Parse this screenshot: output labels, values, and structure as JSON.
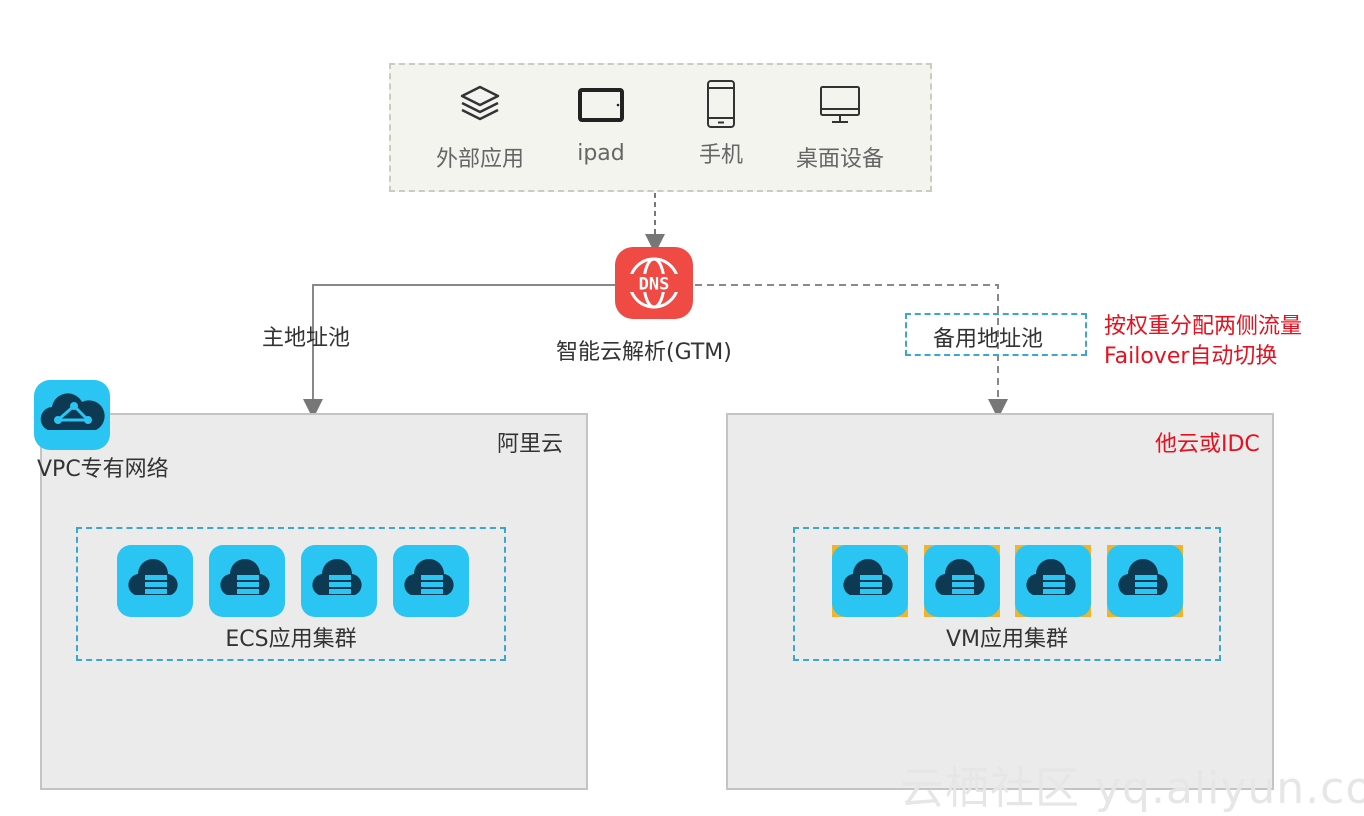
{
  "devices": [
    {
      "label": "外部应用",
      "icon": "layers-icon"
    },
    {
      "label": "ipad",
      "icon": "tablet-icon"
    },
    {
      "label": "手机",
      "icon": "phone-icon"
    },
    {
      "label": "桌面设备",
      "icon": "desktop-icon"
    }
  ],
  "gtm": {
    "label": "智能云解析(GTM)",
    "icon_text": "DNS"
  },
  "routes": {
    "primary": "主地址池",
    "backup": "备用地址池"
  },
  "note": [
    "按权重分配两侧流量",
    "Failover自动切换"
  ],
  "aliyun": {
    "title": "阿里云",
    "vpc_label": "VPC专有网络",
    "cluster_label": "ECS应用集群"
  },
  "other": {
    "title": "他云或IDC",
    "cluster_label": "VM应用集群"
  },
  "watermark": "云栖社区 yq.aliyun.com",
  "colors": {
    "accent": "#2ac5f2",
    "dns": "#f04a45",
    "highlight": "#f0b32b",
    "note": "#e8101e",
    "dashed": "#3aa6d2"
  }
}
